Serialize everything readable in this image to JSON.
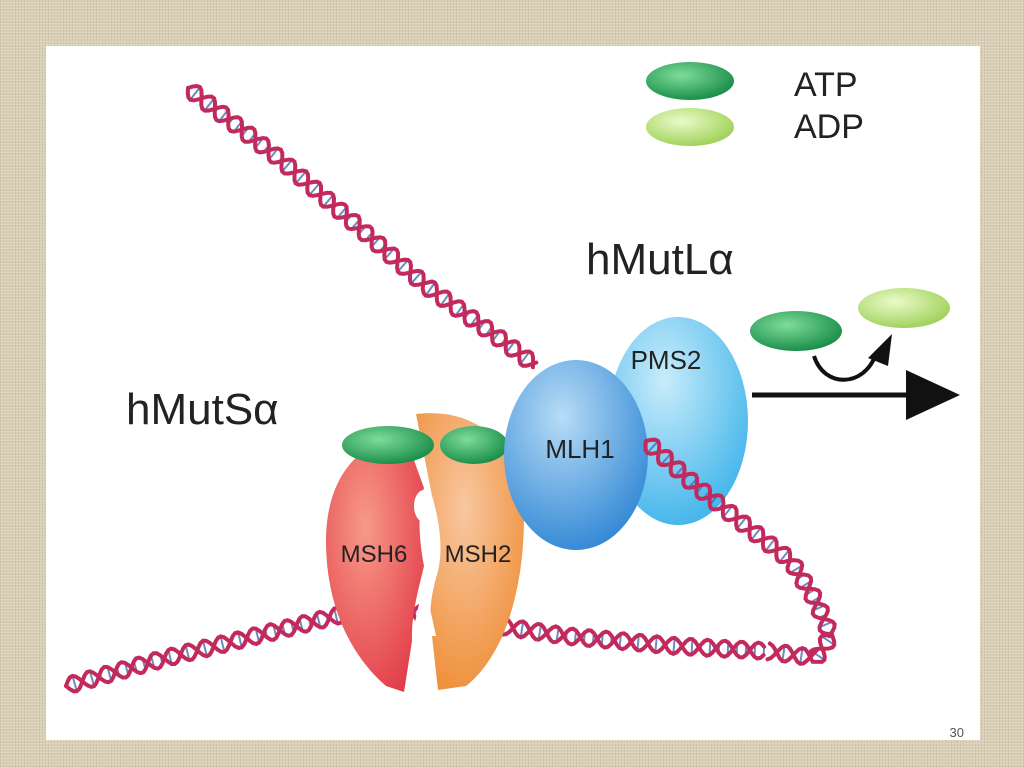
{
  "legend": {
    "atp_label": "ATP",
    "adp_label": "ADP",
    "atp_color": "#1e9e55",
    "adp_color": "#b8e07a"
  },
  "complexes": {
    "mutl_label": "hMutLα",
    "muts_label": "hMutSα"
  },
  "proteins": {
    "pms2": "PMS2",
    "mlh1": "MLH1",
    "msh6": "MSH6",
    "msh2": "MSH2"
  },
  "colors": {
    "dna_strand": "#c22a5e",
    "dna_base": "#4a6fb0",
    "msh6": "#ea4e4c",
    "msh2": "#f0923e",
    "mlh1": "#3d94dc",
    "pms2": "#5cc5ef",
    "arrow": "#111111"
  },
  "page_number": "30"
}
